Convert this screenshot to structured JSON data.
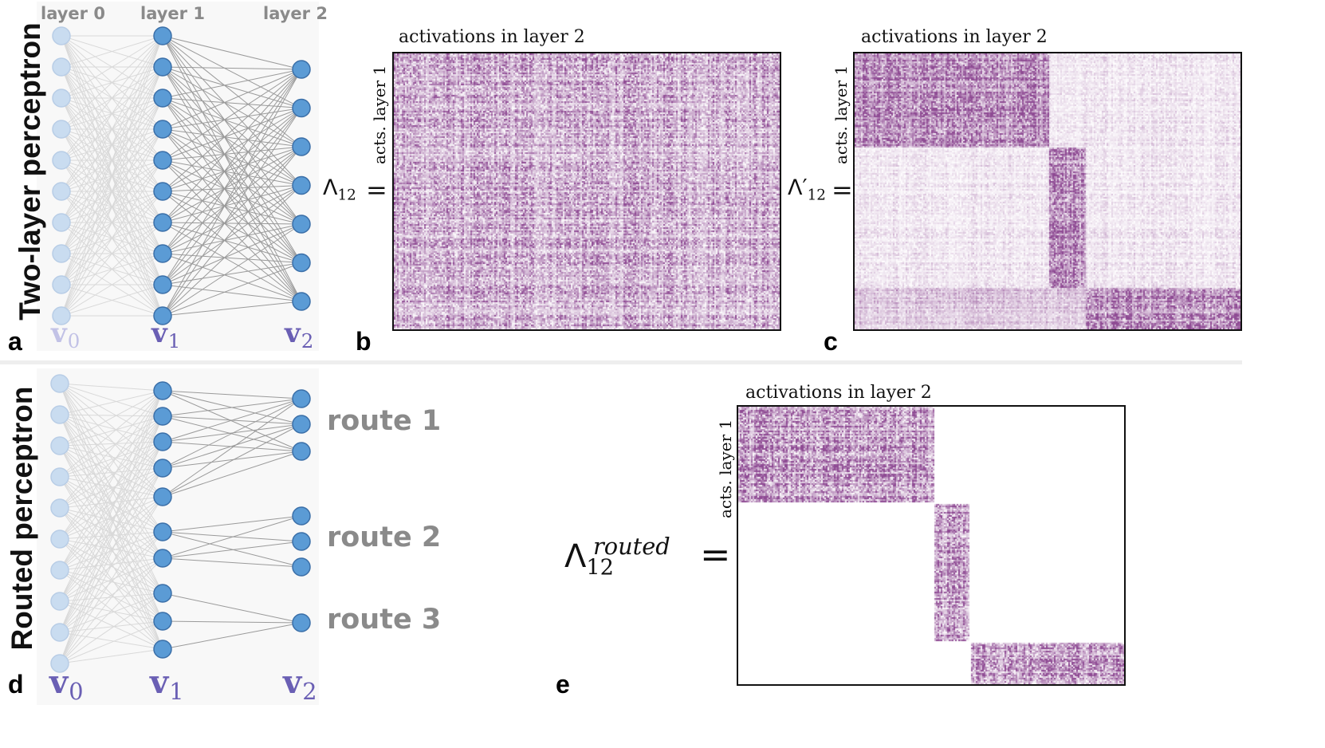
{
  "top_panel": {
    "side_title": "Two-layer perceptron",
    "layer_labels": [
      "layer 0",
      "layer 1",
      "layer 2"
    ],
    "vec_labels": {
      "v0": "v",
      "v0_sub": "0",
      "v1": "v",
      "v1_sub": "1",
      "v2": "v",
      "v2_sub": "2"
    },
    "network": {
      "layer0_nodes": 10,
      "layer1_nodes": 10,
      "layer2_nodes": 7
    },
    "letter_a": "a"
  },
  "matrix_b": {
    "letter": "b",
    "title": "activations in layer 2",
    "ylabel": "acts. layer 1",
    "lambda": "Λ",
    "lambda_sub": "12",
    "equals": "="
  },
  "matrix_c": {
    "letter": "c",
    "title": "activations in layer 2",
    "ylabel": "acts. layer 1",
    "lambda": "Λ",
    "lambda_prime": "′",
    "lambda_sub": "12",
    "equals": "="
  },
  "bottom_panel": {
    "side_title": "Routed perceptron",
    "vec_labels": {
      "v0": "v",
      "v0_sub": "0",
      "v1": "v",
      "v1_sub": "1",
      "v2": "v",
      "v2_sub": "2"
    },
    "routes": [
      "route 1",
      "route 2",
      "route 3"
    ],
    "network": {
      "layer0_nodes": 10,
      "layer1_nodes": 10,
      "layer2_nodes": 7,
      "route_layer1_groups": [
        5,
        2,
        3
      ],
      "route_layer2_groups": [
        3,
        3,
        1
      ]
    },
    "letter_d": "d"
  },
  "matrix_e": {
    "letter": "e",
    "title": "activations in layer 2",
    "ylabel": "acts. layer 1",
    "lambda": "Λ",
    "lambda_sub": "12",
    "lambda_sup": "routed",
    "equals": "="
  },
  "colors": {
    "node_active": "#5b9bd5",
    "node_active_stroke": "#3b6fa8",
    "node_faint": "#c9dcf0",
    "edge_dark": "#9a9a9a",
    "edge_light": "#d9d9d9",
    "matrix_purple": "#8e4a93"
  }
}
